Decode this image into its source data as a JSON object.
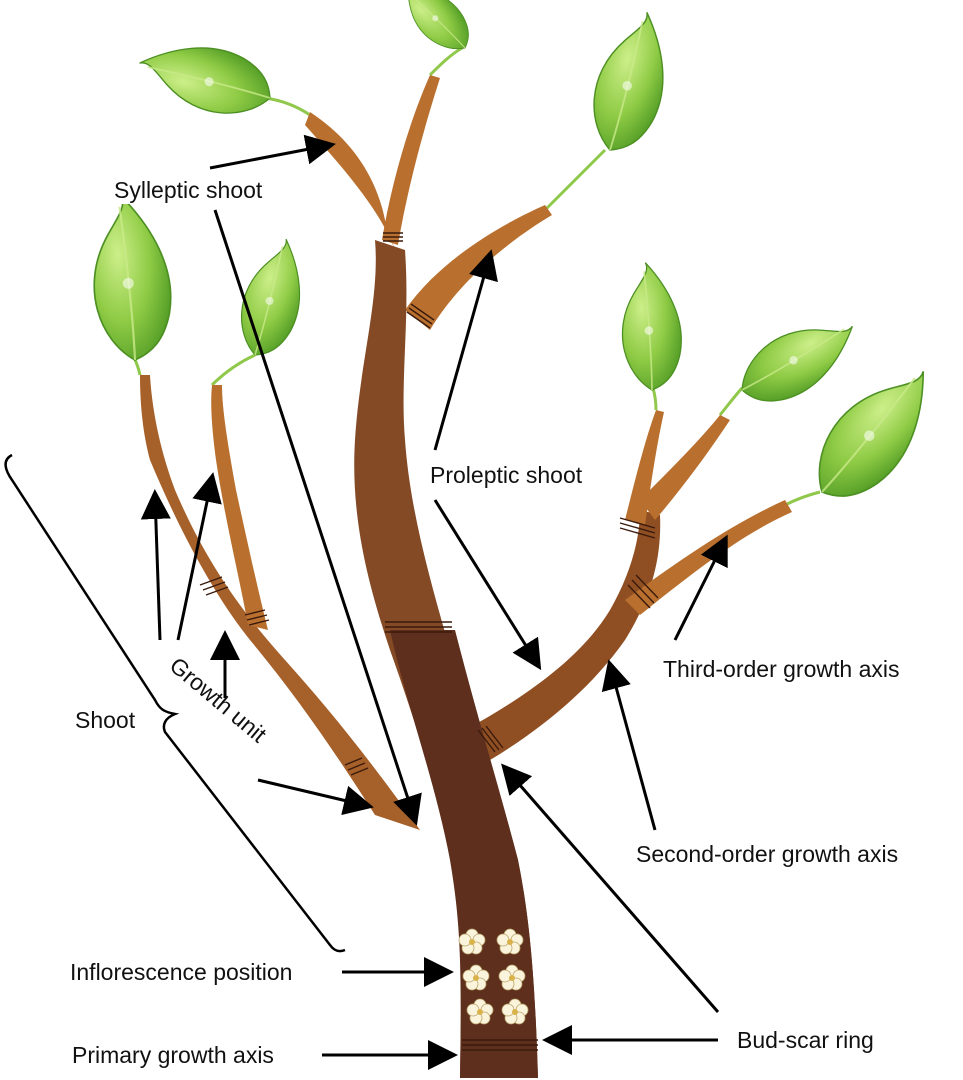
{
  "labels": {
    "sylleptic_shoot": "Sylleptic shoot",
    "proleptic_shoot": "Proleptic shoot",
    "third_order_axis": "Third-order growth axis",
    "second_order_axis": "Second-order growth axis",
    "shoot": "Shoot",
    "growth_unit": "Growth unit",
    "inflorescence_position": "Inflorescence position",
    "primary_growth_axis": "Primary growth axis",
    "bud_scar_ring": "Bud-scar ring"
  },
  "colors": {
    "trunk_dark": "#5e2f1c",
    "trunk_mid": "#844a26",
    "branch_light": "#b9702f",
    "leaf_light": "#a8d95a",
    "leaf_dark": "#5fa52a",
    "flower": "#fbf4dc",
    "arrow": "#000000"
  }
}
